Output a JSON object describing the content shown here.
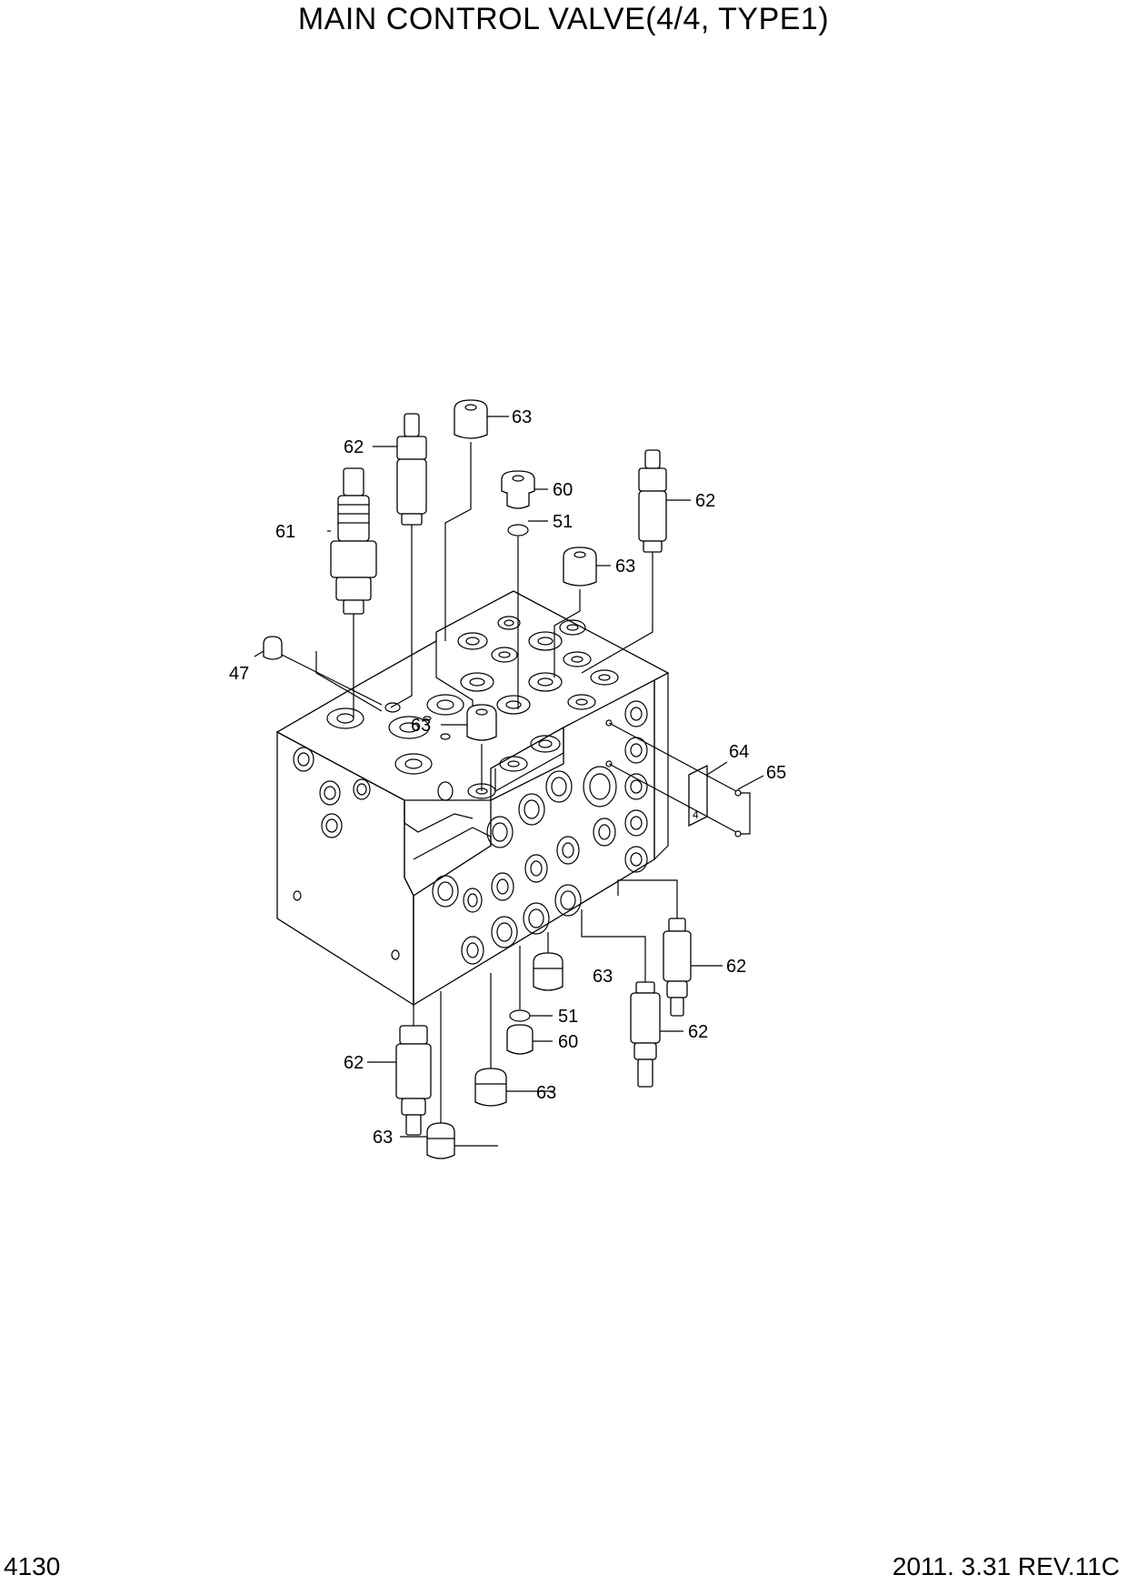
{
  "header": {
    "title": "MAIN CONTROL VALVE(4/4, TYPE1)"
  },
  "footer": {
    "page_number": "4130",
    "date_revision": "2011. 3.31  REV.11C"
  },
  "callouts": [
    "63",
    "62",
    "60",
    "51",
    "62",
    "61",
    "63",
    "47",
    "63",
    "64",
    "65",
    "63",
    "51",
    "62",
    "60",
    "62",
    "62",
    "63",
    "63"
  ],
  "detail_marks": {
    "plate_mark": "4"
  },
  "colors": {
    "line": "#000000",
    "background": "#ffffff"
  }
}
